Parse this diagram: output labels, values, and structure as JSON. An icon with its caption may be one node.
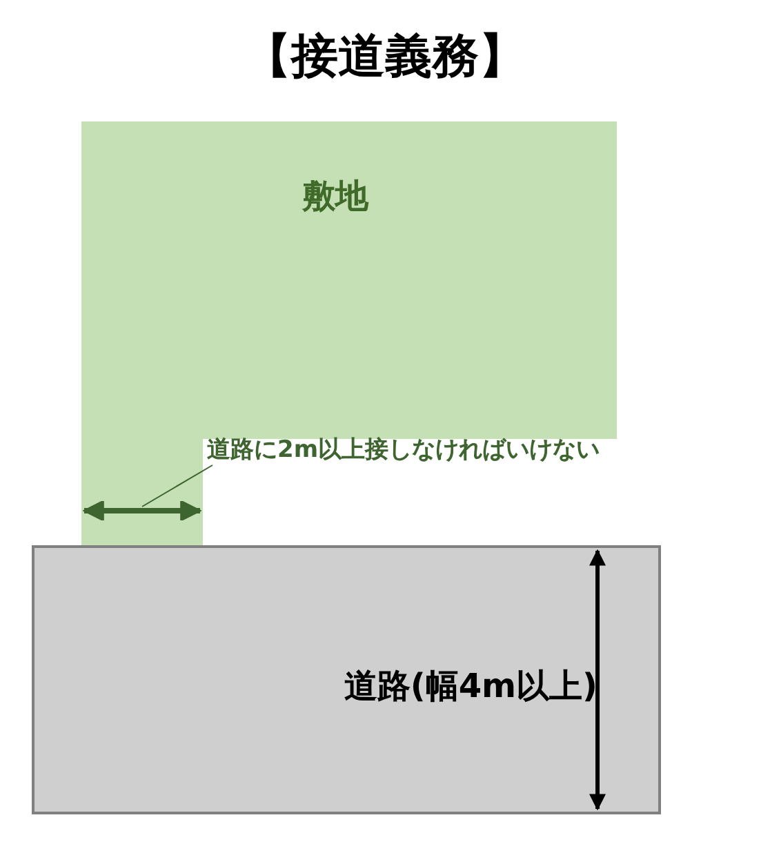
{
  "diagram": {
    "title": "【接道義務】",
    "nodes": [
      {
        "text": [
          "敷地"
        ]
      },
      {
        "text": [
          "道路(幅4m以上)"
        ]
      },
      {
        "text": [
          "道路に2m以上接しなければいけない"
        ]
      },
      {
        "text": [],
        "shape": "arrow",
        "in": 0
      }
    ],
    "edges": [
      {
        "from": 2,
        "to": 3,
        "arrow": "none"
      }
    ]
  }
}
